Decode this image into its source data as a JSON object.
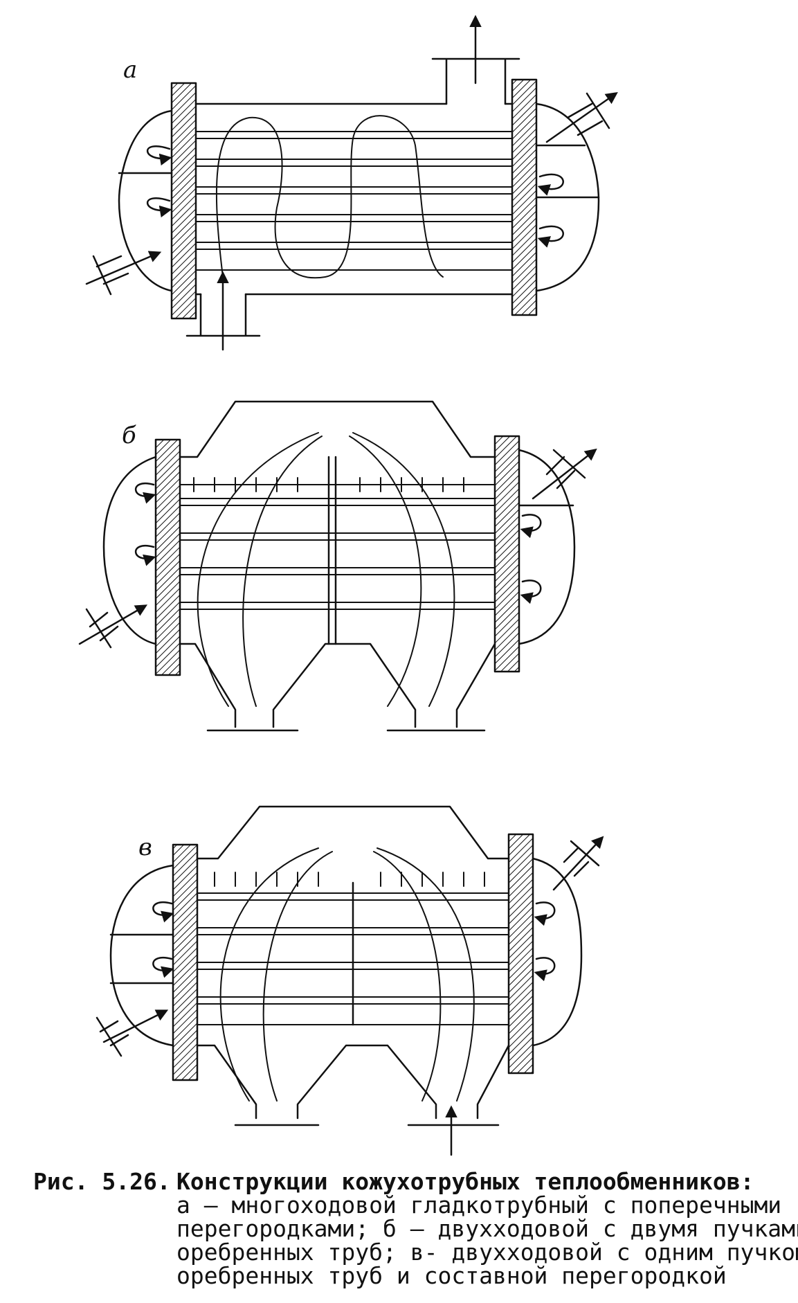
{
  "figure": {
    "panels": [
      {
        "id": "a",
        "label": "а"
      },
      {
        "id": "b",
        "label": "б"
      },
      {
        "id": "c",
        "label": "в"
      }
    ]
  },
  "caption": {
    "number": "Рис. 5.26.",
    "title": "Конструкции кожухотрубных теплообменников:",
    "lines": [
      "а – многоходовой гладкотрубный с поперечными",
      "перегородками; б – двухходовой с двумя пучками",
      "оребренных труб; в- двухходовой с одним пучком",
      "оребренных труб и составной перегородкой"
    ]
  }
}
